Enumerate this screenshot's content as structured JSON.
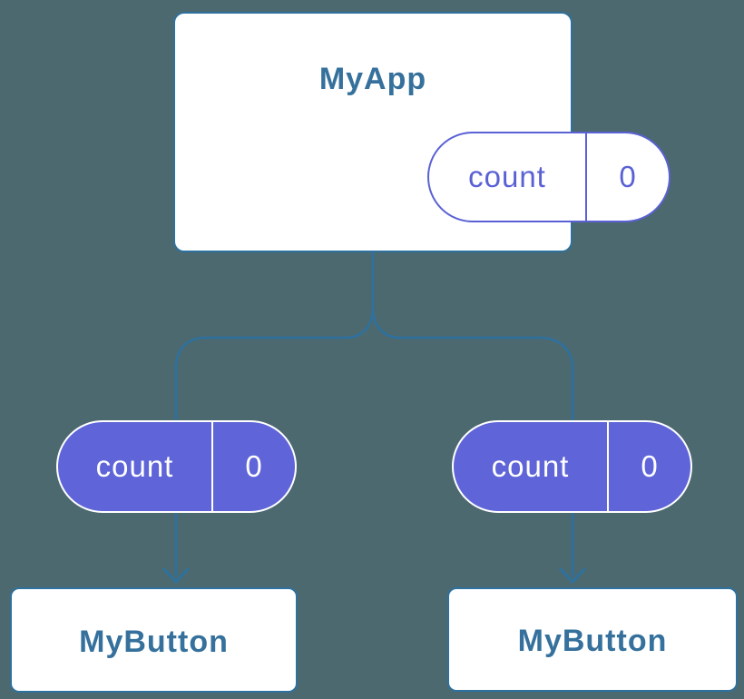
{
  "tree": {
    "root": {
      "title": "MyApp",
      "state": {
        "name": "count",
        "value": "0"
      }
    },
    "props": [
      {
        "name": "count",
        "value": "0"
      },
      {
        "name": "count",
        "value": "0"
      }
    ],
    "children": [
      {
        "title": "MyButton"
      },
      {
        "title": "MyButton"
      }
    ]
  },
  "colors": {
    "background": "#4c6970",
    "line": "#2e719e",
    "text_blue": "#35719c",
    "purple_fill": "#5f65d8",
    "purple_ink": "#5a61d4",
    "card_bg": "#ffffff",
    "light_text": "#ffffff"
  }
}
